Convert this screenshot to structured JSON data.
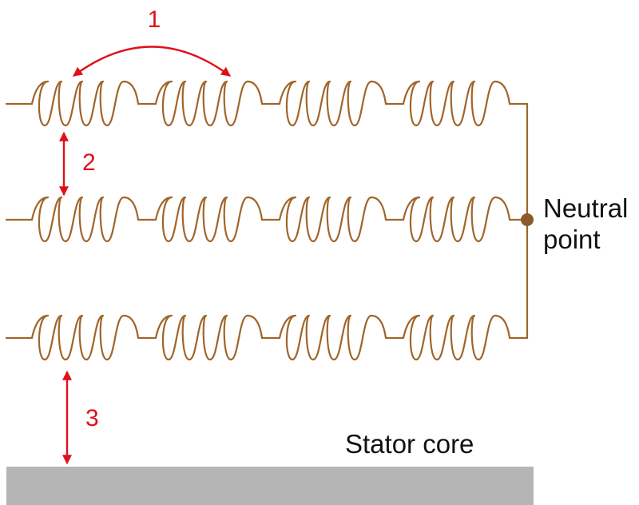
{
  "diagram": {
    "labels": {
      "gap_1": "1",
      "gap_2": "2",
      "gap_3": "3",
      "neutral_line1": "Neutral",
      "neutral_line2": "point",
      "stator_core": "Stator core"
    },
    "phases": 3,
    "coils_per_phase": 4,
    "turns_per_coil": 4,
    "colors": {
      "winding": "#a0652a",
      "neutral_dot": "#8b5a2b",
      "annotation": "#e0101a",
      "stator_core": "#b5b5b5"
    }
  }
}
